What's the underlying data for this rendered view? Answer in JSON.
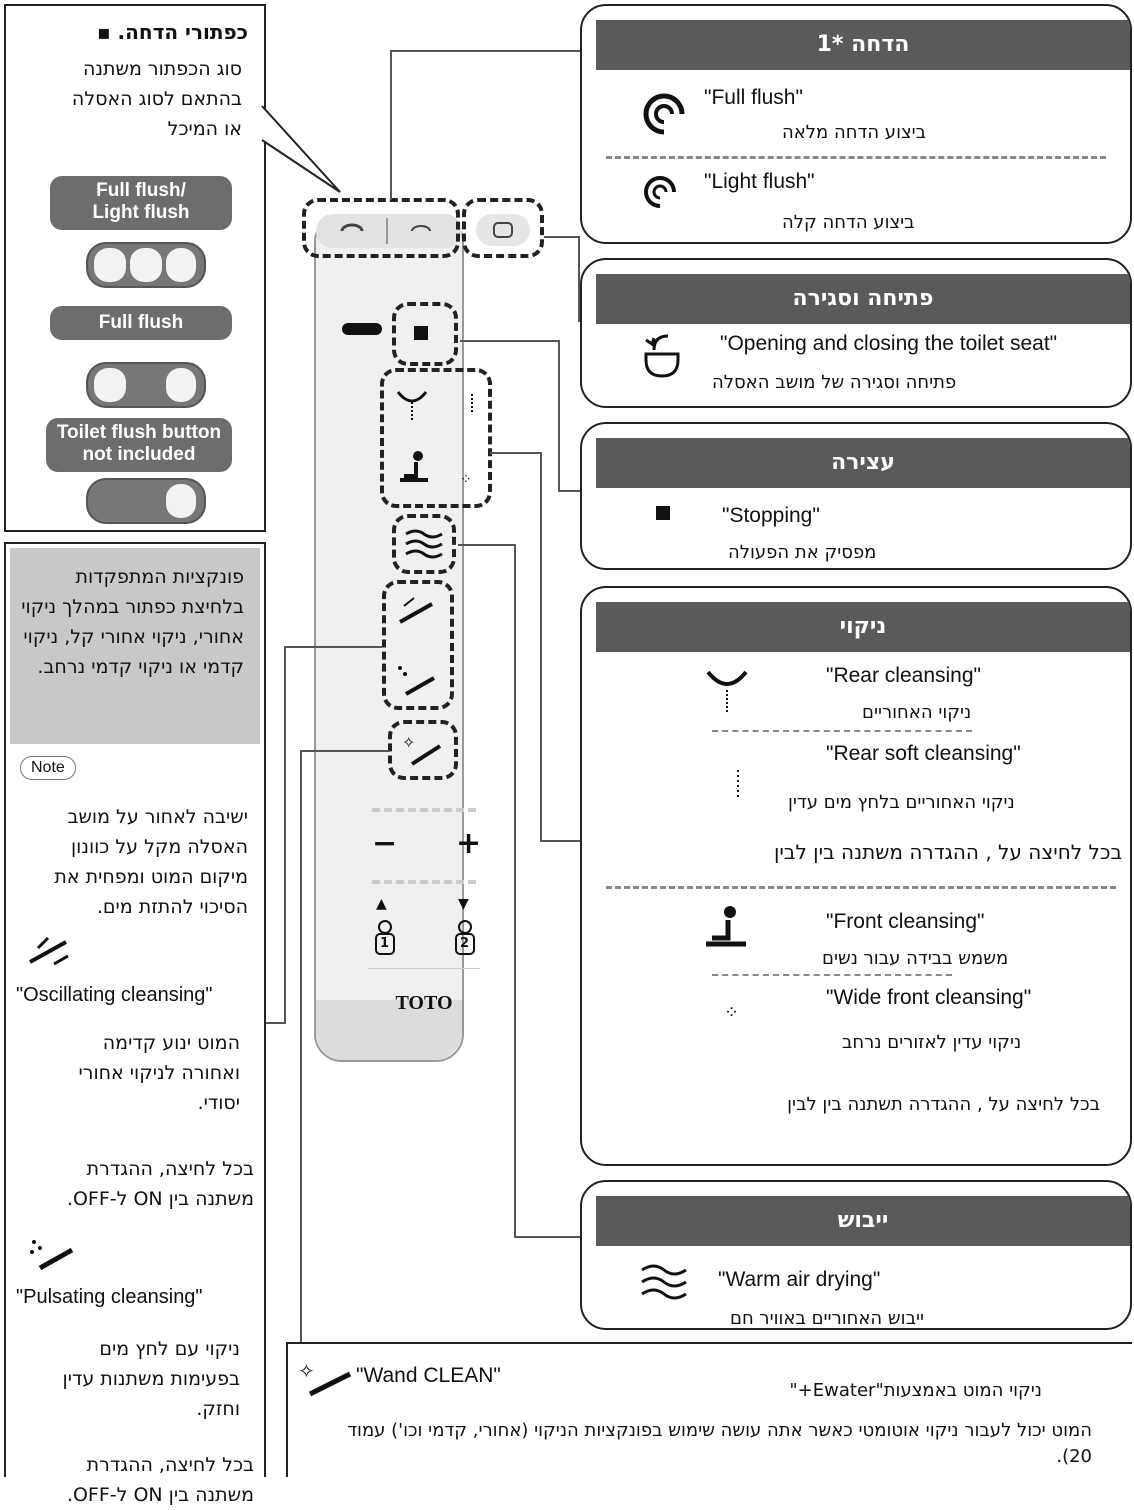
{
  "flush_types_box": {
    "title": "כפתורי הדחה.",
    "body": "סוג הכפתור משתנה בהתאם לסוג האסלה או המיכל",
    "label_full_light": "Full flush/\nLight flush",
    "label_full": "Full flush",
    "label_none": "Toilet flush button not included"
  },
  "sidebar": {
    "gray_note": "פונקציות המתפקדות בלחיצת כפתור במהלך ניקוי אחורי, ניקוי אחורי קל, ניקוי קדמי או ניקוי קדמי נרחב.",
    "note_badge": "Note",
    "note_text": "ישיבה לאחור על מושב האסלה מקל על כוונון מיקום המוט ומפחית את הסיכוי להתזת מים.",
    "osc_label": "\"Oscillating cleansing\"",
    "osc_desc": "המוט ינוע קדימה ואחורה לניקוי אחורי יסודי.",
    "osc_note": "בכל לחיצה, ההגדרת משתנה בין ON ל-OFF.",
    "pulse_label": "\"Pulsating cleansing\"",
    "pulse_desc": "ניקוי עם לחץ מים בפעימות משתנות עדין וחזק.",
    "pulse_note": "בכל לחיצה, ההגדרת משתנה בין ON ל-OFF."
  },
  "remote": {
    "brand": "TOTO",
    "minus": "−",
    "plus": "+",
    "up": "▲",
    "down": "▼",
    "user1": "1",
    "user2": "2"
  },
  "flush_panel": {
    "header": "הדחה *1",
    "full_label": "\"Full flush\"",
    "full_desc": "ביצוע הדחה מלאה",
    "light_label": "\"Light flush\"",
    "light_desc": "ביצוע הדחה קלה"
  },
  "seat_panel": {
    "header": "פתיחה וסגירה",
    "label": "\"Opening and closing the toilet seat\"",
    "desc": "פתיחה וסגירה של מושב האסלה"
  },
  "stop_panel": {
    "header": "עצירה",
    "label": "\"Stopping\"",
    "desc": "מפסיק את הפעולה"
  },
  "cleansing_panel": {
    "header": "ניקוי",
    "rear_label": "\"Rear cleansing\"",
    "rear_desc": "ניקוי האחוריים",
    "rear_soft_label": "\"Rear soft cleansing\"",
    "rear_soft_desc": "ניקוי האחוריים בלחץ מים עדין",
    "rear_toggle": "בכל לחיצה על , ההגדרה משתנה בין לבין",
    "front_label": "\"Front cleansing\"",
    "front_desc": "משמש בבידה עבור נשים",
    "wide_label": "\"Wide front cleansing\"",
    "wide_desc": "ניקוי עדין לאזורים נרחב",
    "front_toggle": "בכל לחיצה על , ההגדרה תשתנה בין לבין"
  },
  "dry_panel": {
    "header": "ייבוש",
    "label": "\"Warm air drying\"",
    "desc": "ייבוש האחוריים באוויר חם"
  },
  "wand_panel": {
    "label": "\"Wand CLEAN\"",
    "title": "ניקוי המוט באמצעות\"Ewater+\"",
    "body": "המוט יכול לעבור ניקוי אוטומטי כאשר אתה עושה שימוש בפונקציות הניקוי (אחורי, קדמי וכו') עמוד 20)."
  }
}
